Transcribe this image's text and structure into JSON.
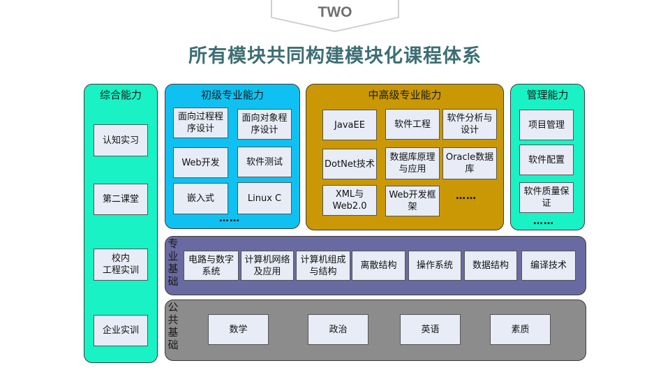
{
  "header": {
    "tab_label": "TWO",
    "title": "所有模块共同构建模块化课程体系"
  },
  "colors": {
    "comprehensive": "#19f2c4",
    "basic_professional": "#0fc1f2",
    "advanced_professional": "#c99804",
    "management": "#19f2c4",
    "professional_foundation": "#6a6aa2",
    "public_foundation": "#8c8c8c",
    "module_box": "#e8ecf6",
    "title": "#3d6e74"
  },
  "comprehensive": {
    "title": "综合能力",
    "items": [
      "认知实习",
      "第二课堂",
      "校内\n工程实训",
      "企业实训"
    ]
  },
  "basic_professional": {
    "title": "初级专业能力",
    "items": [
      "面向过程程序设计",
      "面向对象程序设计",
      "Web开发",
      "软件测试",
      "嵌入式",
      "Linux C"
    ],
    "more": "……"
  },
  "advanced_professional": {
    "title": "中高级专业能力",
    "items": [
      "JavaEE",
      "软件工程",
      "软件分析与设计",
      "DotNet技术",
      "数据库原理与应用",
      "Oracle数据库",
      "XML与\nWeb2.0",
      "Web开发框架"
    ],
    "more": "……"
  },
  "management": {
    "title": "管理能力",
    "items": [
      "项目管理",
      "软件配置",
      "软件质量保证"
    ],
    "more": "……"
  },
  "professional_foundation": {
    "label": "专业基础",
    "items": [
      "电路与数字系统",
      "计算机网络及应用",
      "计算机组成与结构",
      "离散结构",
      "操作系统",
      "数据结构",
      "编译技术"
    ]
  },
  "public_foundation": {
    "label": "公共基础",
    "items": [
      "数学",
      "政治",
      "英语",
      "素质"
    ]
  }
}
